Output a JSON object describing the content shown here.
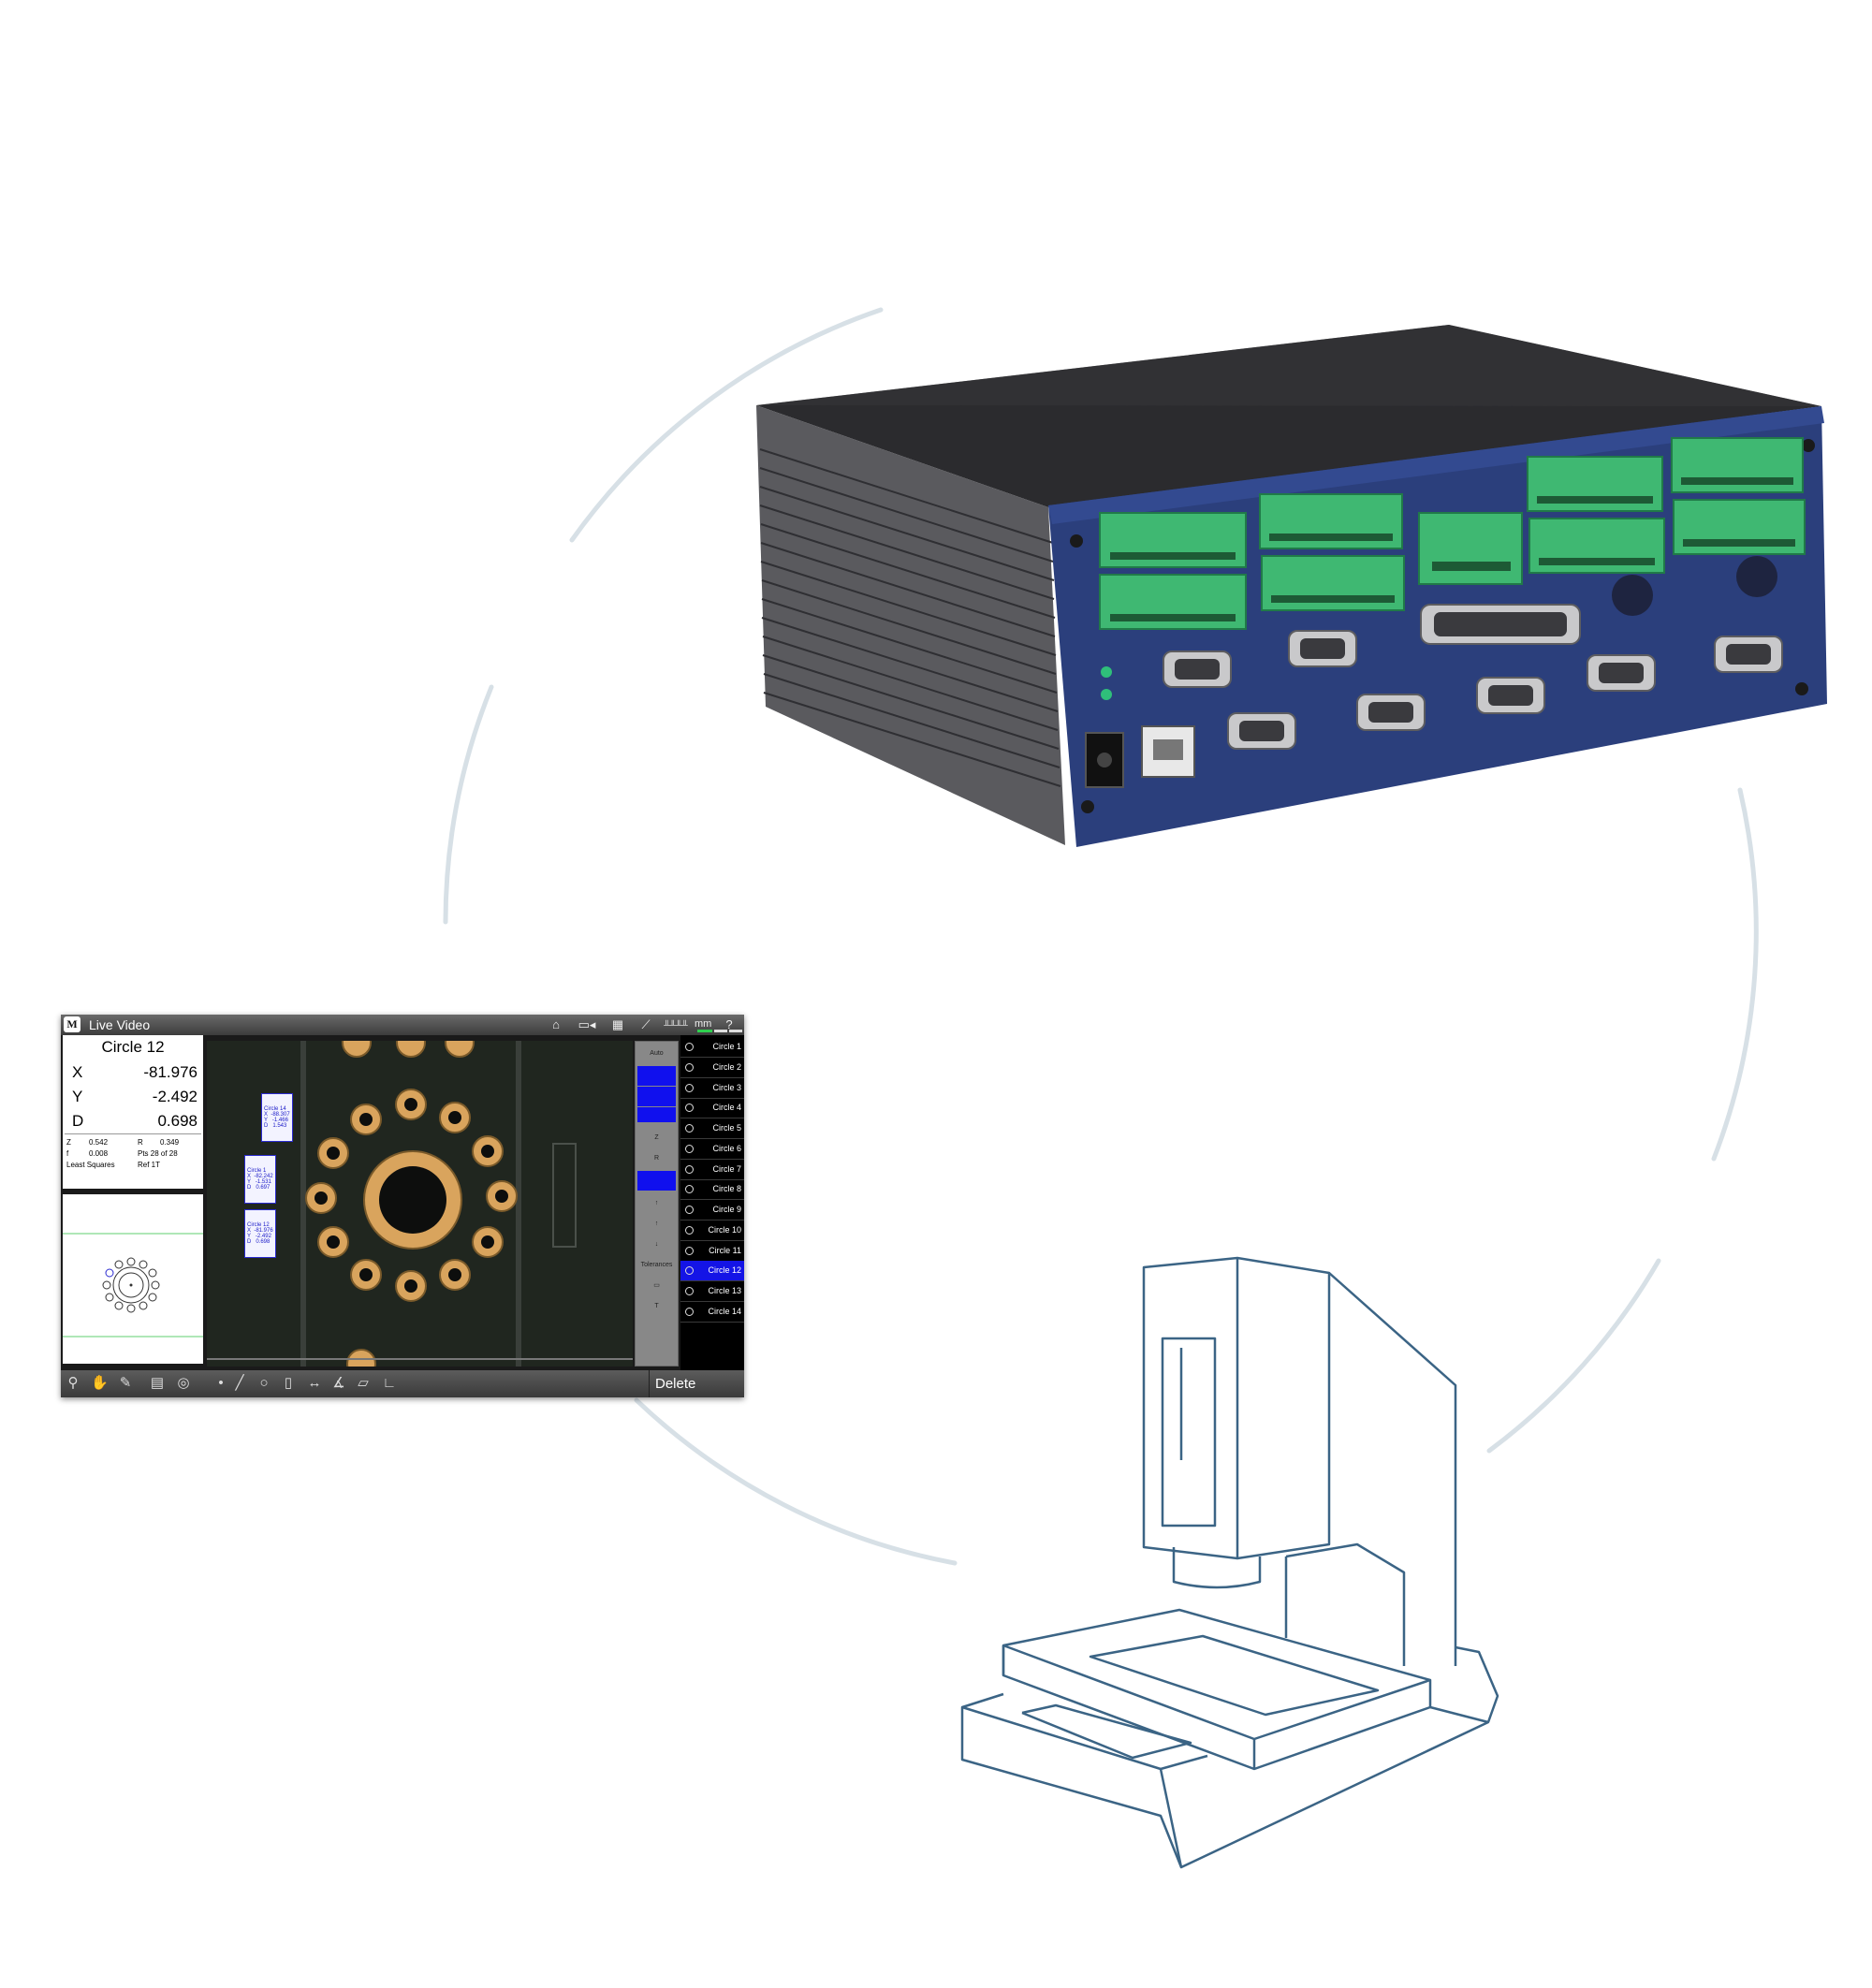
{
  "colors": {
    "circle_arc": "#d7e0e6",
    "enclosure_blue": "#2b3f7c",
    "terminal_green": "#3fb872",
    "line_art": "#3b6485",
    "selection_blue": "#1414e6"
  },
  "software": {
    "app_logo": "M",
    "title": "Live Video",
    "toolbar_icons": [
      "home-icon",
      "video-camera-icon",
      "grid-icon",
      "probe-icon",
      "scale-icon"
    ],
    "units": "mm",
    "help": "?",
    "dro": {
      "feature": "Circle 12",
      "rows": [
        {
          "label": "X",
          "value": "-81.976"
        },
        {
          "label": "Y",
          "value": "-2.492"
        },
        {
          "label": "D",
          "value": "0.698"
        }
      ],
      "z_label": "Z",
      "z_value": "0.542",
      "r_label": "R",
      "r_value": "0.349",
      "f_label": "f",
      "f_value": "0.008",
      "pts": "Pts 28 of 28",
      "method": "Least Squares",
      "ref": "Ref 1T"
    },
    "video_tags": [
      {
        "title": "Circle 14",
        "x": "X  -88.307",
        "y": "Y   -1.466",
        "d": "D   1.543"
      },
      {
        "title": "Circle 1",
        "x": "X  -82.242",
        "y": "Y   -1.531",
        "d": "D   0.697"
      },
      {
        "title": "Circle 12",
        "x": "X  -81.976",
        "y": "Y   -2.492",
        "d": "D   0.698"
      }
    ],
    "side_panel": {
      "auto_label": "Auto",
      "z_label": "Z",
      "r_label": "R",
      "tolerances_label": "Tolerances",
      "t_label": "T"
    },
    "features": [
      {
        "name": "Circle 1",
        "selected": false
      },
      {
        "name": "Circle 2",
        "selected": false
      },
      {
        "name": "Circle 3",
        "selected": false
      },
      {
        "name": "Circle 4",
        "selected": false
      },
      {
        "name": "Circle 5",
        "selected": false
      },
      {
        "name": "Circle 6",
        "selected": false
      },
      {
        "name": "Circle 7",
        "selected": false
      },
      {
        "name": "Circle 8",
        "selected": false
      },
      {
        "name": "Circle 9",
        "selected": false
      },
      {
        "name": "Circle 10",
        "selected": false
      },
      {
        "name": "Circle 11",
        "selected": false
      },
      {
        "name": "Circle 12",
        "selected": true
      },
      {
        "name": "Circle 13",
        "selected": false
      },
      {
        "name": "Circle 14",
        "selected": false
      }
    ],
    "bottom_tools": [
      "magnifier-icon",
      "hand-icon",
      "pen-icon",
      "save-icon",
      "target-icon"
    ],
    "measure_tools": [
      "point-tool-icon",
      "line-tool-icon",
      "circle-tool-icon",
      "slot-tool-icon",
      "distance-tool-icon",
      "angle-tool-icon",
      "skew-tool-icon",
      "origin-tool-icon"
    ],
    "delete_label": "Delete"
  }
}
